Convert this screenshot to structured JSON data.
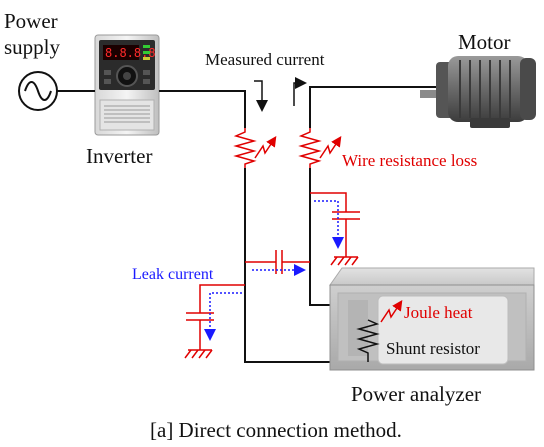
{
  "labels": {
    "power_supply_line1": "Power",
    "power_supply_line2": "supply",
    "inverter": "Inverter",
    "measured_current": "Measured current",
    "motor": "Motor",
    "wire_resistance_loss": "Wire resistance loss",
    "leak_current": "Leak current",
    "joule_heat": "Joule heat",
    "shunt_resistor": "Shunt resistor",
    "power_analyzer": "Power analyzer",
    "caption": "[a] Direct connection method."
  },
  "inverter_display": "8.8.8.8",
  "colors": {
    "wire": "#111111",
    "loss_text": "#e00000",
    "leak_text": "#1a1aff",
    "stray_capacitance": "#e00000",
    "leak_arrow": "#1a1aff"
  }
}
